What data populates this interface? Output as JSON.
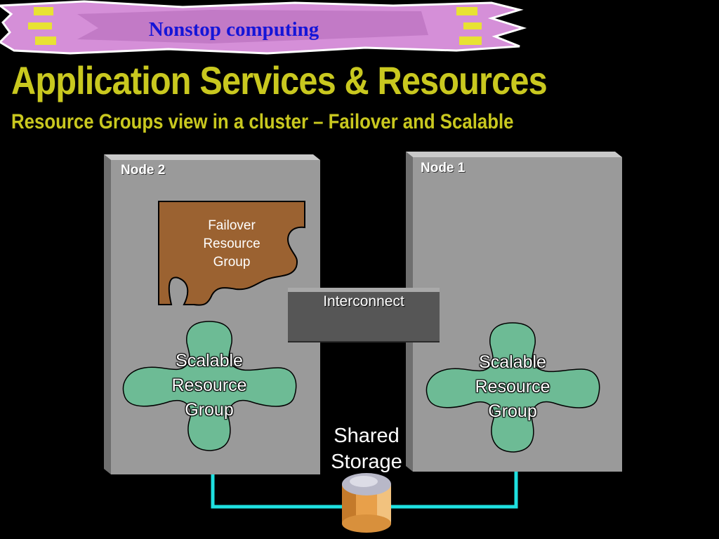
{
  "header": {
    "banner_text": "Nonstop computing",
    "title": "Application Services & Resources",
    "subtitle": "Resource Groups view in a cluster – Failover and Scalable"
  },
  "diagram": {
    "node_left": {
      "label": "Node 2"
    },
    "node_right": {
      "label": "Node 1"
    },
    "failover_group": {
      "lines": [
        "Failover",
        "Resource",
        "Group"
      ]
    },
    "scalable_group_left": {
      "lines": [
        "Scalable",
        "Resource",
        "Group"
      ]
    },
    "scalable_group_right": {
      "lines": [
        "Scalable",
        "Resource",
        "Group"
      ]
    },
    "interconnect": {
      "label": "Interconnect"
    },
    "storage": {
      "lines": [
        "Shared",
        "Storage"
      ]
    }
  },
  "colors": {
    "background": "#000000",
    "title": "#c9c81f",
    "banner_text": "#1515d8",
    "banner_fill": "#d58fd8",
    "node_panel": "#9a9a9a",
    "failover_fill": "#9b6231",
    "scalable_fill": "#6dbb95",
    "interconnect_fill": "#565656",
    "cable": "#1ee0e0",
    "storage_top": "#b8b8c8",
    "storage_body": "#e8a04a"
  }
}
